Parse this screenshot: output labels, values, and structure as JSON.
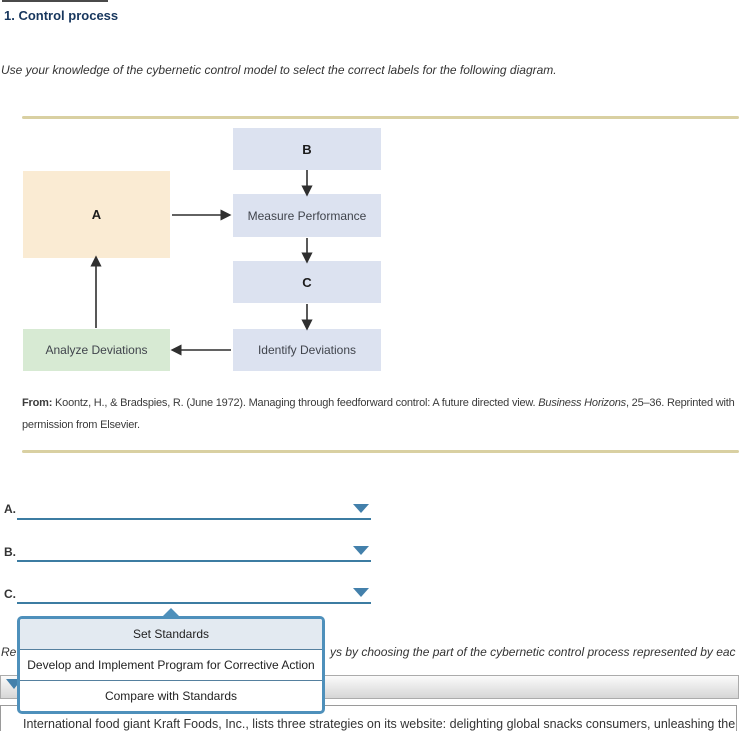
{
  "page": {
    "title": "1. Control process",
    "instruction": "Use your knowledge of the cybernetic control model to select the correct labels for the following diagram."
  },
  "diagram": {
    "boxes": {
      "a": "A",
      "b": "B",
      "c": "C",
      "measure": "Measure Performance",
      "analyze": "Analyze Deviations",
      "identify": "Identify Deviations"
    },
    "citation": {
      "from_label": "From:",
      "text_before_journal": " Koontz, H., & Bradspies, R. (June 1972). Managing through feedforward control: A future directed view. ",
      "journal": "Business Horizons",
      "text_after_journal": ", 25–36. Reprinted with permission from Elsevier."
    },
    "colors": {
      "peach_box": "#FAEBD3",
      "lavender_box": "#DCE2F0",
      "green_box": "#D7EAD3",
      "rule_tan": "#D9D0A2",
      "arrow": "#2F2F2F"
    }
  },
  "selects": [
    {
      "label": "A.",
      "value": ""
    },
    {
      "label": "B.",
      "value": ""
    },
    {
      "label": "C.",
      "value": ""
    }
  ],
  "dropdown_menu": {
    "options": [
      "Set Standards",
      "Develop and Implement Program for Corrective Action",
      "Compare with Standards"
    ],
    "highlighted_option": "Set Standards"
  },
  "background_text": {
    "left_fragment": "Re",
    "right_fragment": "ys by choosing the part of the cybernetic control process represented by eac"
  },
  "next_section": {
    "paragraph": "International food giant Kraft Foods, Inc., lists three strategies on its website: delighting global snacks consumers, unleashing the pow"
  },
  "colors": {
    "title_navy": "#17365D",
    "underline_blue": "#3C7CA2",
    "dropdown_arrow_blue": "#4380AB",
    "menu_border_blue": "#4E90BB",
    "menu_highlight_bg": "#E3EAF1"
  }
}
